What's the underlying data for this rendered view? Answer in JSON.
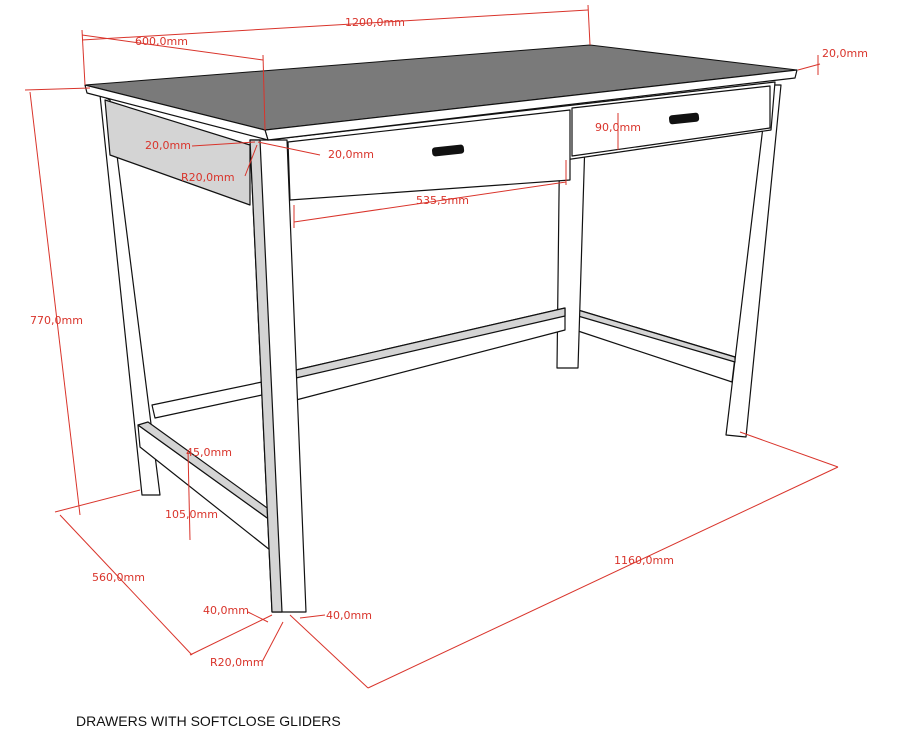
{
  "diagram": {
    "colors": {
      "dimension": "#d9342b",
      "outline": "#111111",
      "shade": "#d4d4d4",
      "top": "#7a7a7a"
    },
    "dimensions": {
      "total_width": "1200,0mm",
      "depth_top": "600,0mm",
      "top_thickness": "20,0mm",
      "apron_offset_a": "20,0mm",
      "apron_offset_b": "20,0mm",
      "corner_radius_top": "R20,0mm",
      "drawer_height": "90,0mm",
      "drawer_width": "535,5mm",
      "height": "770,0mm",
      "stretcher_height": "45,0mm",
      "stretcher_elevation": "105,0mm",
      "leg_depth_span": "560,0mm",
      "leg_width_span": "1160,0mm",
      "leg_size_a": "40,0mm",
      "leg_size_b": "40,0mm",
      "leg_radius": "R20,0mm"
    },
    "caption": "DRAWERS WITH SOFTCLOSE GLIDERS"
  }
}
